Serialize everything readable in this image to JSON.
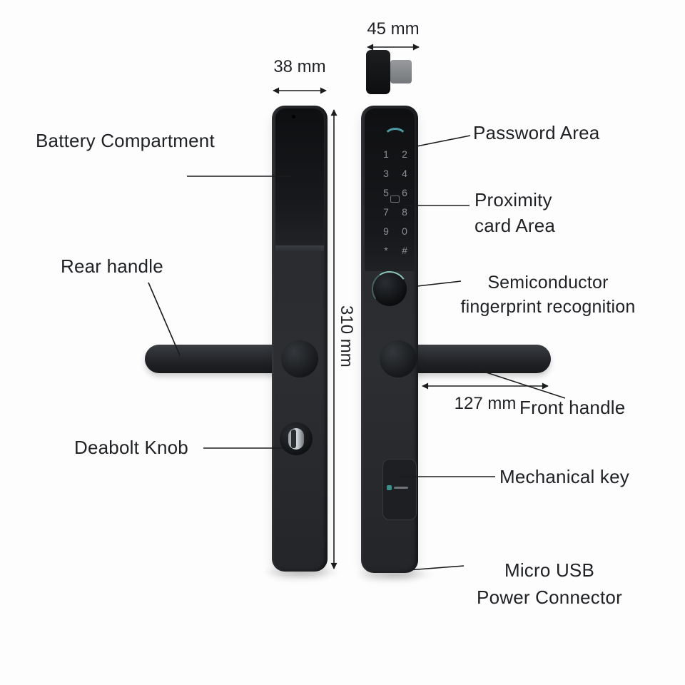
{
  "dimensions": {
    "rear_width": "38 mm",
    "front_width": "45 mm",
    "height": "310 mm",
    "handle_length": "127 mm"
  },
  "callouts": {
    "battery": "Battery Compartment",
    "rear_handle": "Rear handle",
    "deadbolt": "Deabolt Knob",
    "password": "Password Area",
    "proximity": {
      "line1": "Proximity",
      "line2": "card Area"
    },
    "fingerprint": {
      "line1": "Semiconductor",
      "line2": "fingerprint recognition"
    },
    "front_handle": "Front handle",
    "mechanical_key": "Mechanical key",
    "micro_usb": {
      "line1": "Micro USB",
      "line2": "Power Connector"
    }
  },
  "keypad": {
    "keys": [
      "1",
      "2",
      "3",
      "4",
      "5",
      "6",
      "7",
      "8",
      "9",
      "0",
      "*",
      "#"
    ]
  },
  "colors": {
    "background": "#fdfdfd",
    "lock_body": "#26282b",
    "lock_panel": "#101113",
    "text": "#1f2124",
    "line": "#1b1c1e",
    "keypad_digits": "#8a9096",
    "accent_arc": "#4d99a3",
    "fingerprint_ring": "#98d8ce"
  }
}
